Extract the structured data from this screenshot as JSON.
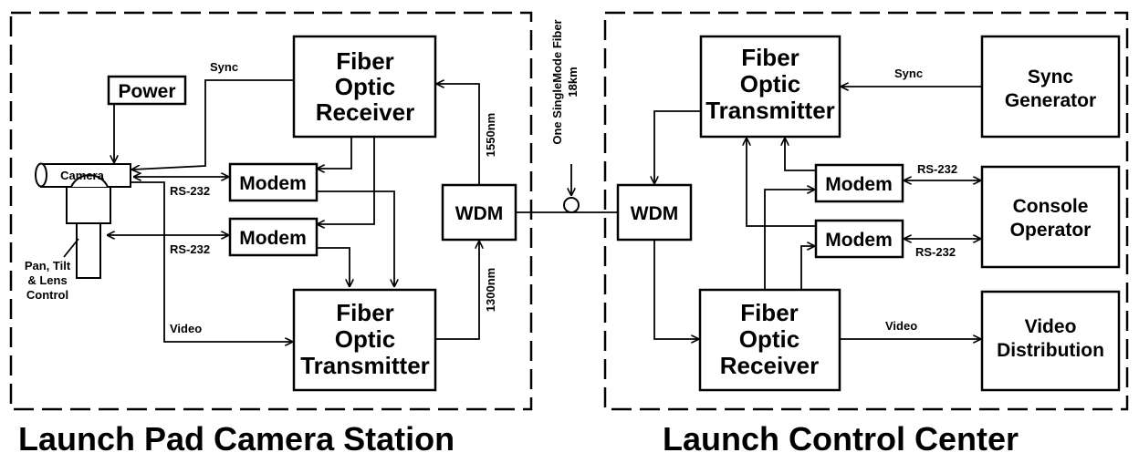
{
  "station": {
    "title": "Launch Pad Camera Station",
    "power": "Power",
    "camera": "Camera",
    "pan_lines": [
      "Pan, Tilt",
      "& Lens",
      "Control"
    ],
    "receiver": [
      "Fiber",
      "Optic",
      "Receiver"
    ],
    "transmitter": [
      "Fiber",
      "Optic",
      "Transmitter"
    ],
    "modem1": "Modem",
    "modem2": "Modem",
    "wdm": "WDM",
    "sync": "Sync",
    "rs232_a": "RS-232",
    "rs232_b": "RS-232",
    "video": "Video",
    "wl_1550": "1550nm",
    "wl_1300": "1300nm"
  },
  "fiber_link": {
    "label_line1": "One SingleMode Fiber",
    "label_line2": "18km"
  },
  "center": {
    "title": "Launch Control Center",
    "transmitter": [
      "Fiber",
      "Optic",
      "Transmitter"
    ],
    "receiver": [
      "Fiber",
      "Optic",
      "Receiver"
    ],
    "sync_gen": [
      "Sync",
      "Generator"
    ],
    "console": [
      "Console",
      "Operator"
    ],
    "video_dist": [
      "Video",
      "Distribution"
    ],
    "modem1": "Modem",
    "modem2": "Modem",
    "wdm": "WDM",
    "sync": "Sync",
    "rs232_a": "RS-232",
    "rs232_b": "RS-232",
    "video": "Video"
  }
}
